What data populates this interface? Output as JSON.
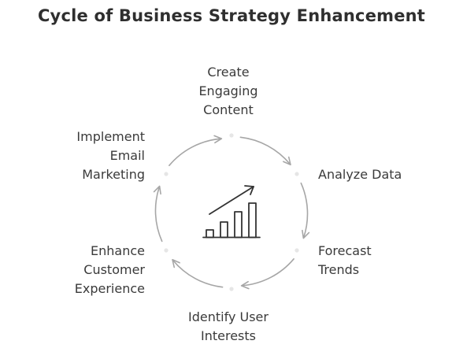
{
  "title": "Cycle of Business Strategy Enhancement",
  "steps": [
    {
      "lines": [
        "Create",
        "Engaging",
        "Content"
      ]
    },
    {
      "lines": [
        "Analyze Data"
      ]
    },
    {
      "lines": [
        "Forecast",
        "Trends"
      ]
    },
    {
      "lines": [
        "Identify User",
        "Interests"
      ]
    },
    {
      "lines": [
        "Enhance",
        "Customer",
        "Experience"
      ]
    },
    {
      "lines": [
        "Implement",
        "Email",
        "Marketing"
      ]
    }
  ],
  "center_icon": "growth-bar-chart-icon",
  "colors": {
    "text": "#3a3a3a",
    "title": "#2f2f2f",
    "arrow": "#a6a6a6",
    "dot": "#e6e6e6",
    "icon": "#333333"
  }
}
